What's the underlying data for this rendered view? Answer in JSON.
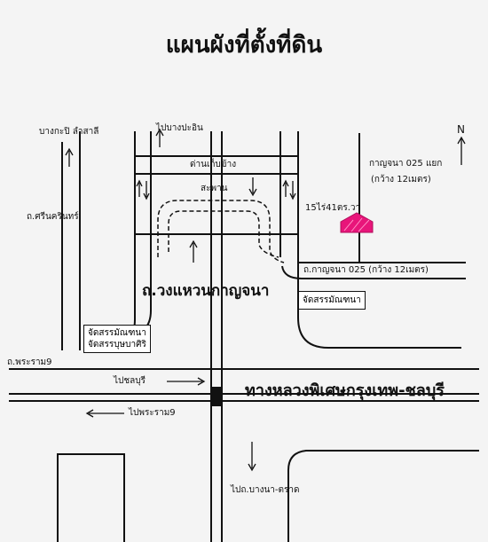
{
  "title": "แผนผังที่ตั้งที่ดิน",
  "north": "N",
  "labels": {
    "bangkapi": "บางกะปิ ลำสาลี",
    "srinakarin": "ถ.ศรีนครินทร์",
    "rama9_left": "ถ.พระราม9",
    "to_bangpakong": "ไปบางปะอิน",
    "toll": "ด่านเก็บข้าง",
    "bridge": "สะพาน",
    "kanchana025_junction": "กาญจนา 025 แยก",
    "kanchana025_width": "(กว้าง 12เมตร)",
    "plot_area": "15ไร่41ตร.วา",
    "kanchana025_road": "ถ.กาญจนา 025 (กว้าง 12เมตร)",
    "ring_road": "ถ.วงแหวนกาญจนา",
    "box_right": "จัดสรรมัณฑนา",
    "box_left_1": "จัดสรรมัณฑนา",
    "box_left_2": "จัดสรรบุษบาศิริ",
    "motorway": "ทางหลวงพิเศษกรุงเทพ-ชลบุรี",
    "to_chonburi": "ไปชลบุรี",
    "to_rama9": "ไปพระราม9",
    "to_bangna": "ไปถ.บางนา-ตราด"
  },
  "colors": {
    "plot_fill": "#e8157a",
    "line": "#111111"
  },
  "icons": [
    "north-arrow-icon",
    "arrow-up-icon",
    "arrow-down-icon",
    "arrow-left-icon",
    "arrow-right-icon",
    "plot-marker-icon"
  ]
}
